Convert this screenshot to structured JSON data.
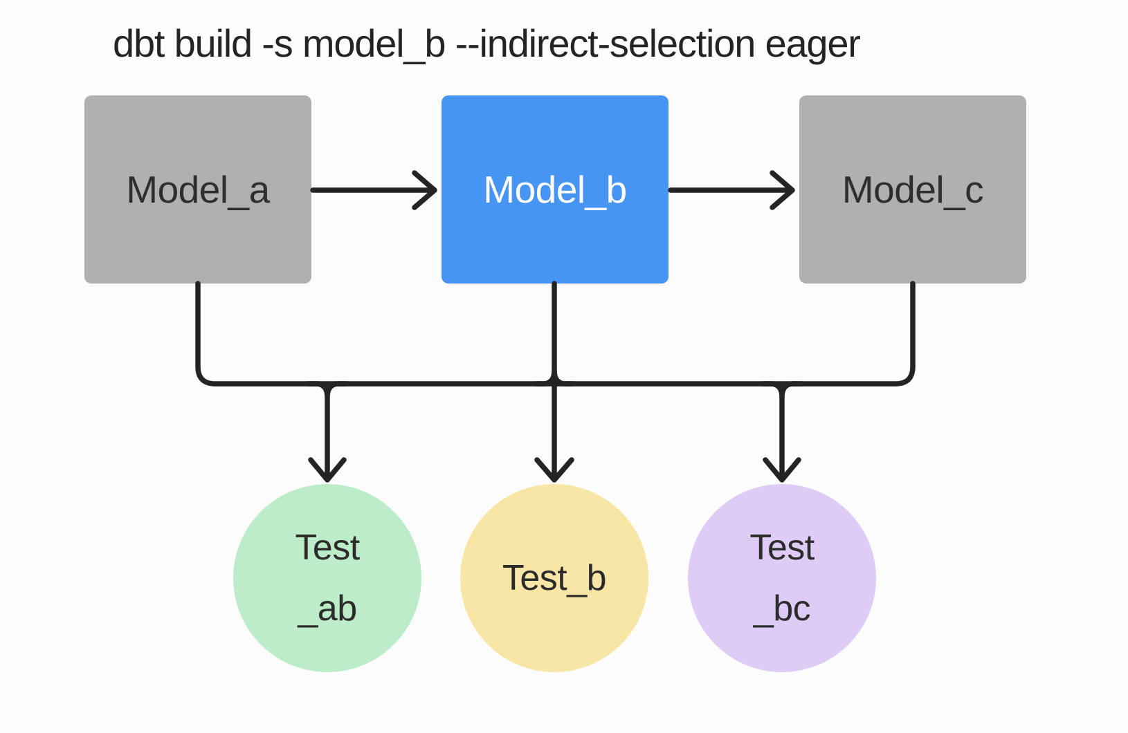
{
  "title": "dbt build -s model_b --indirect-selection eager",
  "colors": {
    "background": "#FCFCFD",
    "line": "#242424",
    "title": "#242426",
    "model_default": "#B0B0B0",
    "model_selected": "#4795F2",
    "model_label_default": "#2E2E2E",
    "model_label_selected": "#FFFFFF",
    "test_ab": "#BCEDC8",
    "test_b": "#F8E6A6",
    "test_bc": "#DECCF6",
    "test_label": "#2B2B2B"
  },
  "nodes": {
    "models": [
      {
        "id": "model_a",
        "label": "Model_a",
        "selected": false
      },
      {
        "id": "model_b",
        "label": "Model_b",
        "selected": true
      },
      {
        "id": "model_c",
        "label": "Model_c",
        "selected": false
      }
    ],
    "tests": [
      {
        "id": "test_ab",
        "lines": [
          "Test",
          "_ab"
        ]
      },
      {
        "id": "test_b",
        "lines": [
          "Test_b"
        ]
      },
      {
        "id": "test_bc",
        "lines": [
          "Test",
          "_bc"
        ]
      }
    ]
  },
  "edges": [
    {
      "from": "model_a",
      "to": "model_b",
      "type": "arrow"
    },
    {
      "from": "model_b",
      "to": "model_c",
      "type": "arrow"
    },
    {
      "from": "model_a",
      "to": "bus",
      "type": "line"
    },
    {
      "from": "model_b",
      "to": "bus",
      "type": "line"
    },
    {
      "from": "model_c",
      "to": "bus",
      "type": "line"
    },
    {
      "from": "bus",
      "to": "test_ab",
      "type": "arrow"
    },
    {
      "from": "bus",
      "to": "test_b",
      "type": "arrow"
    },
    {
      "from": "bus",
      "to": "test_bc",
      "type": "arrow"
    }
  ]
}
